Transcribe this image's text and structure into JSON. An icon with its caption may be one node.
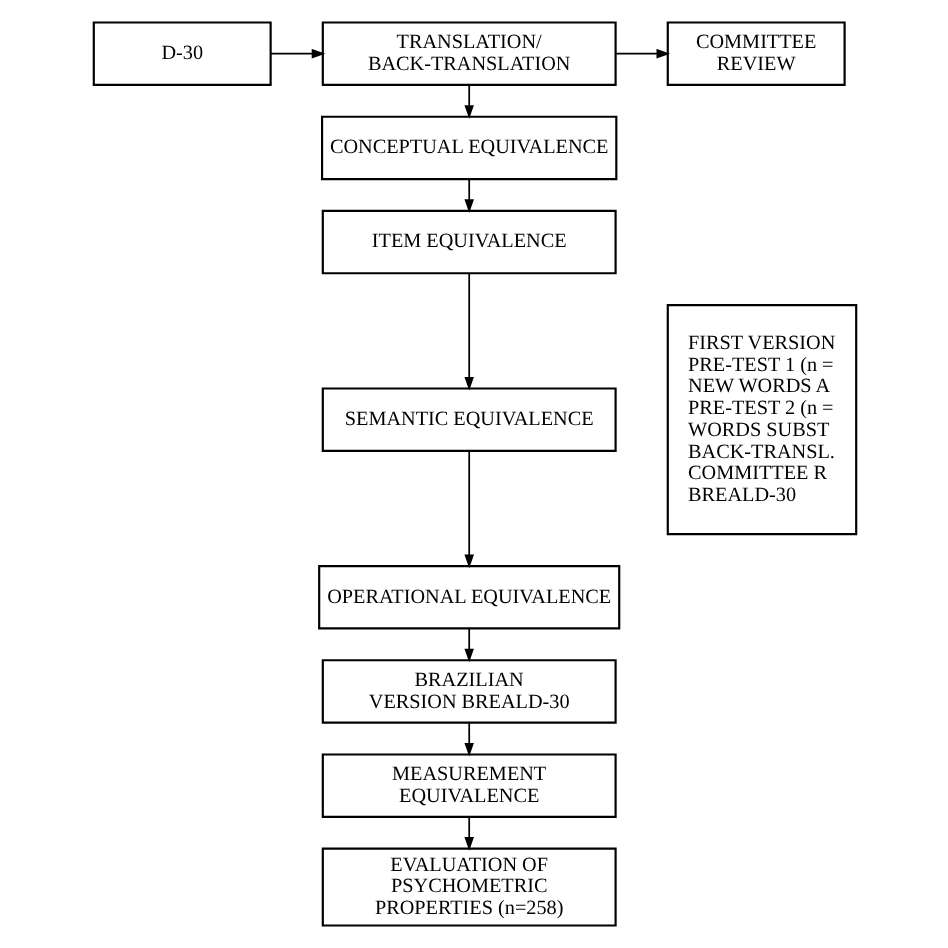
{
  "diagram": {
    "nodes": [
      {
        "text": [
          "D-30"
        ]
      },
      {
        "text": [
          "TRANSLATION/ BACK-TRANSLATION"
        ]
      },
      {
        "text": [
          "COMMITTEE REVIEW"
        ]
      },
      {
        "text": [
          "CONCEPTUAL EQUIVALENCE"
        ]
      },
      {
        "text": [
          "ITEM EQUIVALENCE"
        ]
      },
      {
        "text": [
          "SEMANTIC EQUIVALENCE"
        ]
      },
      {
        "text": [
          "OPERATIONAL EQUIVALENCE"
        ]
      },
      {
        "text": [
          "FIRST VERSION",
          "PRE-TEST 1 (n =",
          "NEW WORDS A",
          "PRE-TEST 2 (n =",
          "WORDS SUBST",
          "BACK-TRANSL.",
          "COMMITTEE R",
          "BREALD-30"
        ]
      },
      {
        "text": [
          "BRAZILIAN VERSION BREALD-30"
        ]
      },
      {
        "text": [
          "MEASUREMENT EQUIVALENCE"
        ]
      },
      {
        "text": [
          "EVALUATION OF PSYCHOMETRIC PROPERTIES (n=258)"
        ]
      }
    ],
    "edges": [
      {
        "from": 0,
        "to": 1,
        "arrow": "to"
      },
      {
        "from": 1,
        "to": 2,
        "arrow": "to"
      },
      {
        "from": 1,
        "to": 3,
        "arrow": "to"
      },
      {
        "from": 3,
        "to": 4,
        "arrow": "to"
      },
      {
        "from": 4,
        "to": 5,
        "arrow": "to"
      },
      {
        "from": 5,
        "to": 6,
        "arrow": "to"
      },
      {
        "from": 6,
        "to": 8,
        "arrow": "to"
      },
      {
        "from": 8,
        "to": 9,
        "arrow": "to"
      },
      {
        "from": 9,
        "to": 10,
        "arrow": "to"
      }
    ]
  }
}
